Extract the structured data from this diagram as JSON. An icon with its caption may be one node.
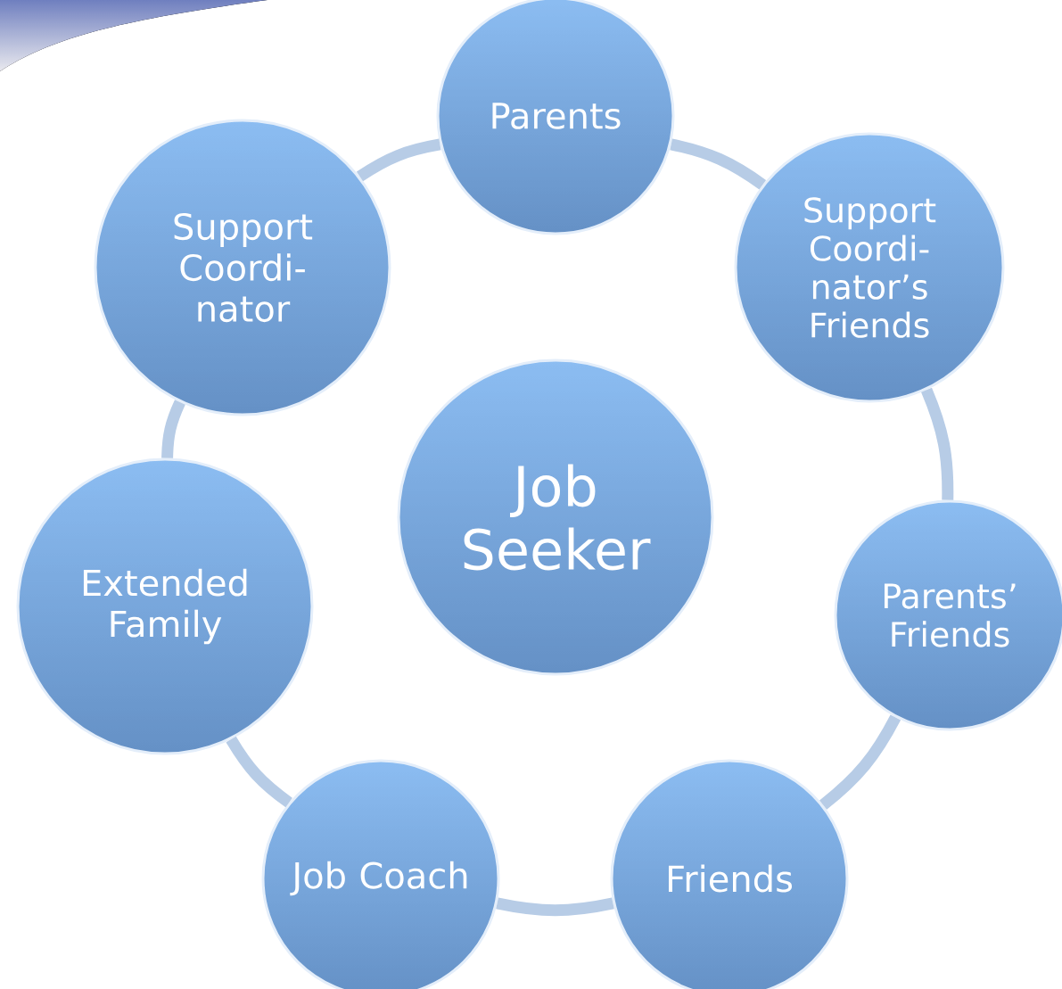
{
  "diagram": {
    "nodes": [
      {
        "text": [
          "Job Seeker"
        ]
      },
      {
        "text": [
          "Parents"
        ]
      },
      {
        "text": [
          "Support Coordi- nator’s Friends"
        ]
      },
      {
        "text": [
          "Parents’ Friends"
        ]
      },
      {
        "text": [
          "Friends"
        ]
      },
      {
        "text": [
          "Job Coach"
        ]
      },
      {
        "text": [
          "Extended Family"
        ]
      },
      {
        "text": [
          "Support Coordi- nator"
        ]
      }
    ],
    "edges": [
      {
        "from": 1,
        "to": 2,
        "arrow": "none"
      },
      {
        "from": 2,
        "to": 3,
        "arrow": "none"
      },
      {
        "from": 3,
        "to": 4,
        "arrow": "none"
      },
      {
        "from": 4,
        "to": 5,
        "arrow": "none"
      },
      {
        "from": 5,
        "to": 6,
        "arrow": "none"
      },
      {
        "from": 6,
        "to": 7,
        "arrow": "none"
      },
      {
        "from": 7,
        "to": 1,
        "arrow": "none"
      }
    ]
  }
}
